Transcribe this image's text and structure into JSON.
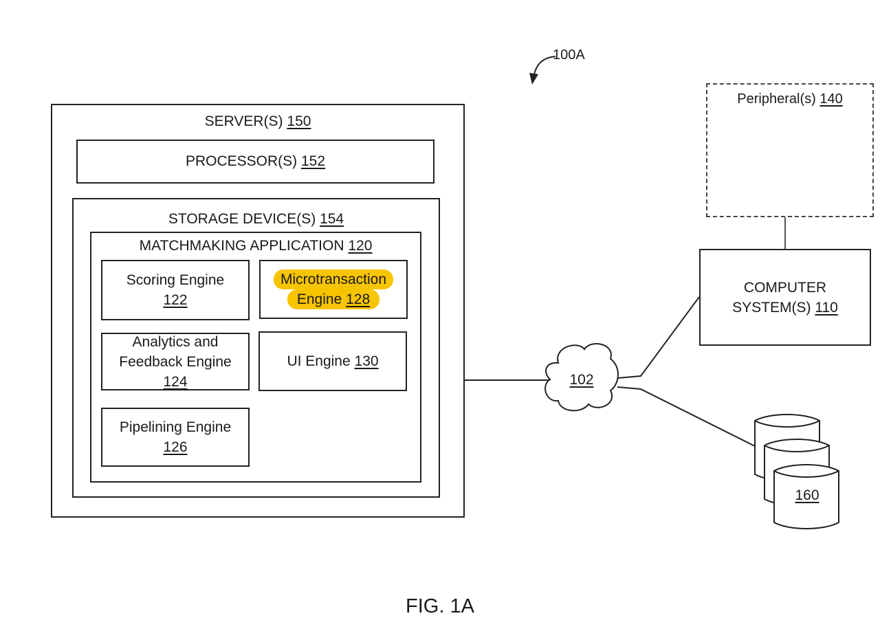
{
  "figure": {
    "ref": "100A",
    "caption": "FIG. 1A"
  },
  "server": {
    "label": "SERVER(S)",
    "num": "150",
    "processor": {
      "label": "PROCESSOR(S)",
      "num": "152"
    },
    "storage": {
      "label": "STORAGE DEVICE(S)",
      "num": "154",
      "app": {
        "label": "MATCHMAKING APPLICATION",
        "num": "120",
        "engines": {
          "scoring": {
            "line1": "Scoring Engine",
            "num": "122"
          },
          "microtransaction": {
            "line1": "Microtransaction",
            "line2": "Engine",
            "num": "128"
          },
          "analytics": {
            "line1": "Analytics and",
            "line2": "Feedback Engine",
            "num": "124"
          },
          "ui": {
            "line1": "UI Engine",
            "num": "130"
          },
          "pipelining": {
            "line1": "Pipelining Engine",
            "num": "126"
          }
        }
      }
    }
  },
  "network": {
    "num": "102"
  },
  "peripherals": {
    "label": "Peripheral(s)",
    "num": "140"
  },
  "computer": {
    "line1": "COMPUTER",
    "line2": "SYSTEM(S)",
    "num": "110"
  },
  "database": {
    "num": "160"
  },
  "colors": {
    "highlight": "#f7c400",
    "line": "#222222"
  }
}
